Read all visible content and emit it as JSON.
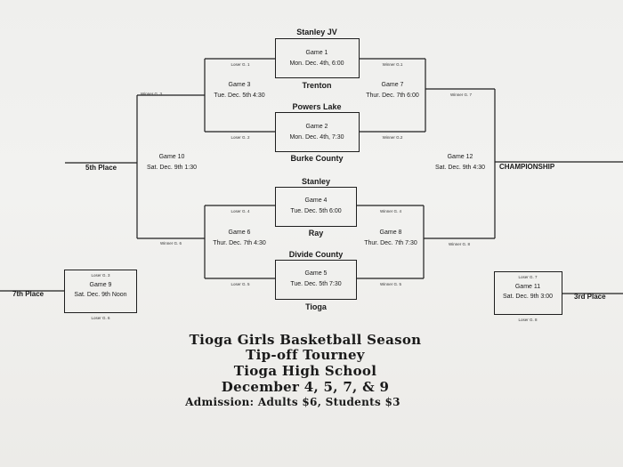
{
  "teams": {
    "stanley_jv": "Stanley JV",
    "trenton": "Trenton",
    "powers_lake": "Powers Lake",
    "burke_county": "Burke County",
    "stanley": "Stanley",
    "ray": "Ray",
    "divide_county": "Divide County",
    "tioga": "Tioga"
  },
  "games": {
    "g1": {
      "name": "Game 1",
      "when": "Mon. Dec. 4th, 6:00"
    },
    "g2": {
      "name": "Game 2",
      "when": "Mon. Dec. 4th, 7:30"
    },
    "g3": {
      "name": "Game 3",
      "when": "Tue. Dec. 5th 4:30"
    },
    "g4": {
      "name": "Game 4",
      "when": "Tue. Dec. 5th 6:00"
    },
    "g5": {
      "name": "Game 5",
      "when": "Tue. Dec. 5th 7:30"
    },
    "g6": {
      "name": "Game 6",
      "when": "Thur. Dec. 7th 4:30"
    },
    "g7": {
      "name": "Game 7",
      "when": "Thur. Dec. 7th 6:00"
    },
    "g8": {
      "name": "Game 8",
      "when": "Thur. Dec. 7th 7:30"
    },
    "g9": {
      "name": "Game 9",
      "when": "Sat. Dec. 9th Noon"
    },
    "g10": {
      "name": "Game 10",
      "when": "Sat. Dec. 9th 1:30"
    },
    "g11": {
      "name": "Game 11",
      "when": "Sat. Dec. 9th 3:00"
    },
    "g12": {
      "name": "Game 12",
      "when": "Sat. Dec. 9th 4:30"
    }
  },
  "labels": {
    "loser_g1": "Loser G. 1",
    "loser_g2": "Loser G. 2",
    "loser_g3": "Loser G. 3",
    "loser_g4": "Loser G. 4",
    "loser_g5": "Loser G. 5",
    "loser_g6": "Loser G. 6",
    "loser_g7": "Loser G. 7",
    "loser_g8": "Loser G. 8",
    "winner_g1": "Winner G.1",
    "winner_g2": "Winner G.2",
    "winner_g3": "Winner G. 3",
    "winner_g4": "Winner G. 4",
    "winner_g5": "Winner G. 5",
    "winner_g6": "Winner G. 6",
    "winner_g7": "Winner G. 7",
    "winner_g8": "Winner G. 8"
  },
  "places": {
    "fifth": "5th Place",
    "seventh": "7th Place",
    "third": "3rd Place",
    "championship": "CHAMPIONSHIP"
  },
  "footer": {
    "line1": "Tioga Girls Basketball Season",
    "line2": "Tip-off Tourney",
    "line3": "Tioga High School",
    "line4": "December 4, 5, 7, & 9",
    "line5": "Admission:  Adults $6, Students $3"
  }
}
